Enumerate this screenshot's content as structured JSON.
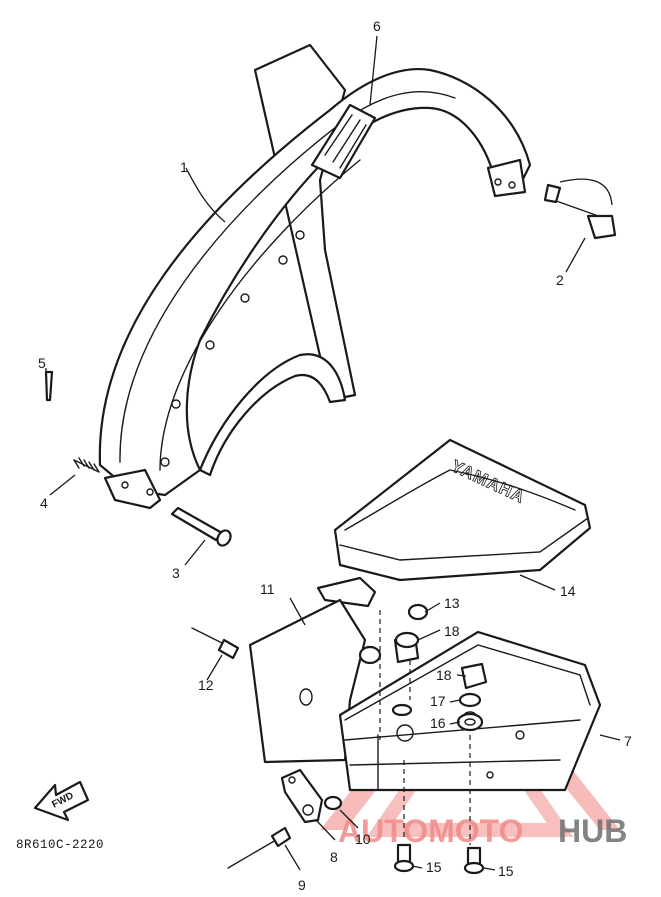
{
  "diagram": {
    "code": "8R610C-2220",
    "forward_label": "FWD",
    "emboss_text": "YAMAHA",
    "callouts": [
      {
        "id": "1",
        "label": "1"
      },
      {
        "id": "2",
        "label": "2"
      },
      {
        "id": "3",
        "label": "3"
      },
      {
        "id": "4",
        "label": "4"
      },
      {
        "id": "5",
        "label": "5"
      },
      {
        "id": "6",
        "label": "6"
      },
      {
        "id": "7",
        "label": "7"
      },
      {
        "id": "8",
        "label": "8"
      },
      {
        "id": "9",
        "label": "9"
      },
      {
        "id": "10",
        "label": "10"
      },
      {
        "id": "11",
        "label": "11"
      },
      {
        "id": "12",
        "label": "12"
      },
      {
        "id": "13",
        "label": "13"
      },
      {
        "id": "14",
        "label": "14"
      },
      {
        "id": "15a",
        "label": "15"
      },
      {
        "id": "15b",
        "label": "15"
      },
      {
        "id": "16",
        "label": "16"
      },
      {
        "id": "17",
        "label": "17"
      },
      {
        "id": "18a",
        "label": "18"
      },
      {
        "id": "18b",
        "label": "18"
      }
    ]
  },
  "watermark": {
    "part1": "AUTOMOTO",
    "part2": "HUB",
    "accent_color": "#f08a88",
    "secondary_color": "#6d6f72"
  }
}
